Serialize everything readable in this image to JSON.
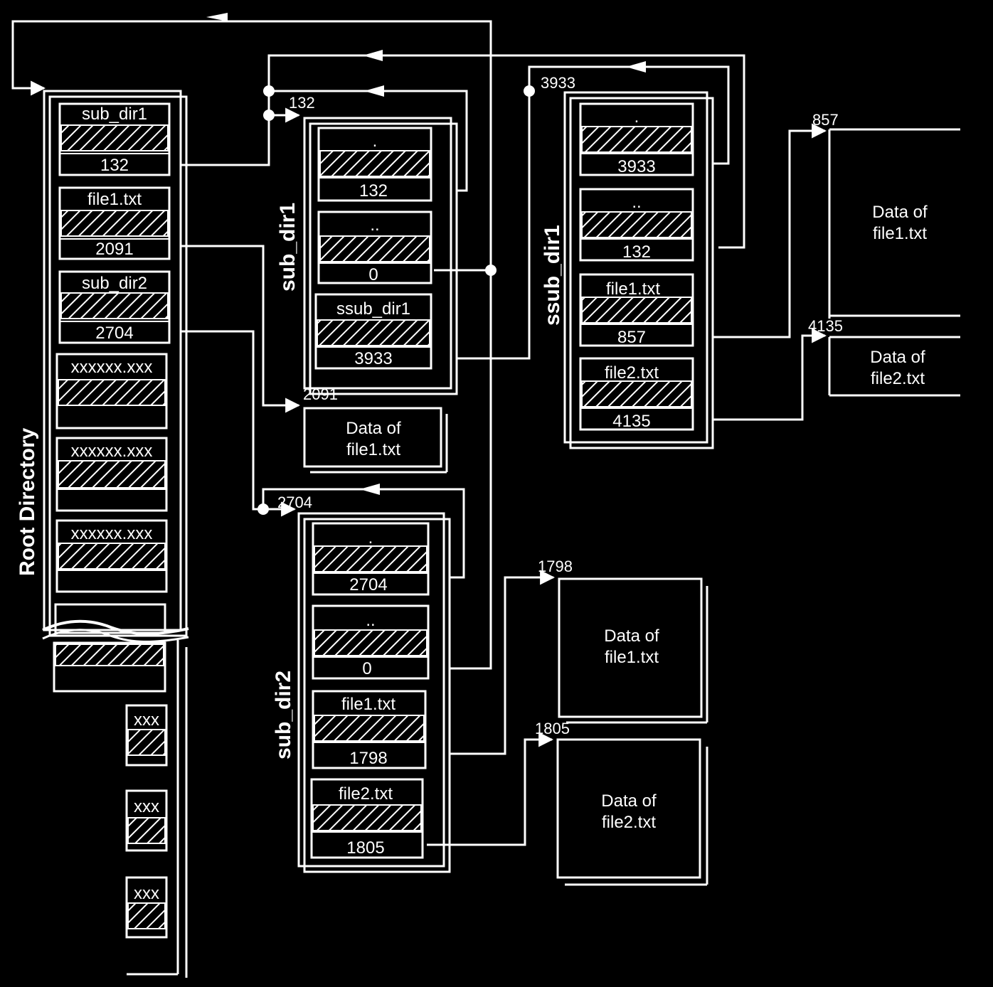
{
  "root": {
    "title": "Root Directory",
    "entries": [
      {
        "name": "sub_dir1",
        "cluster": "132"
      },
      {
        "name": "file1.txt",
        "cluster": "2091"
      },
      {
        "name": "sub_dir2",
        "cluster": "2704"
      },
      {
        "name": "xxxxxx.xxx",
        "cluster": ""
      },
      {
        "name": "xxxxxx.xxx",
        "cluster": ""
      },
      {
        "name": "xxxxxx.xxx",
        "cluster": ""
      },
      {
        "name": "",
        "cluster": ""
      },
      {
        "name": "",
        "cluster": ""
      }
    ],
    "tail_entries": [
      "xxx",
      "xxx",
      "xxx"
    ]
  },
  "sub_dir1": {
    "title": "sub_dir1",
    "cluster_label": "132",
    "entries": [
      {
        "name": ".",
        "cluster": "132"
      },
      {
        "name": "..",
        "cluster": "0"
      },
      {
        "name": "ssub_dir1",
        "cluster": "3933"
      }
    ]
  },
  "ssub_dir1": {
    "title": "ssub_dir1",
    "cluster_label": "3933",
    "entries": [
      {
        "name": ".",
        "cluster": "3933"
      },
      {
        "name": "..",
        "cluster": "132"
      },
      {
        "name": "file1.txt",
        "cluster": "857"
      },
      {
        "name": "file2.txt",
        "cluster": "4135"
      }
    ]
  },
  "sub_dir2": {
    "title": "sub_dir2",
    "cluster_label": "2704",
    "entries": [
      {
        "name": ".",
        "cluster": "2704"
      },
      {
        "name": "..",
        "cluster": "0"
      },
      {
        "name": "file1.txt",
        "cluster": "1798"
      },
      {
        "name": "file2.txt",
        "cluster": "1805"
      }
    ]
  },
  "data_blocks": [
    {
      "id": "root-file1",
      "cluster": "2091",
      "line1": "Data of",
      "line2": "file1.txt"
    },
    {
      "id": "ssub-file1",
      "cluster": "857",
      "line1": "Data of",
      "line2": "file1.txt"
    },
    {
      "id": "ssub-file2",
      "cluster": "4135",
      "line1": "Data of",
      "line2": "file2.txt"
    },
    {
      "id": "sub2-file1",
      "cluster": "1798",
      "line1": "Data of",
      "line2": "file1.txt"
    },
    {
      "id": "sub2-file2",
      "cluster": "1805",
      "line1": "Data of",
      "line2": "file2.txt"
    }
  ]
}
